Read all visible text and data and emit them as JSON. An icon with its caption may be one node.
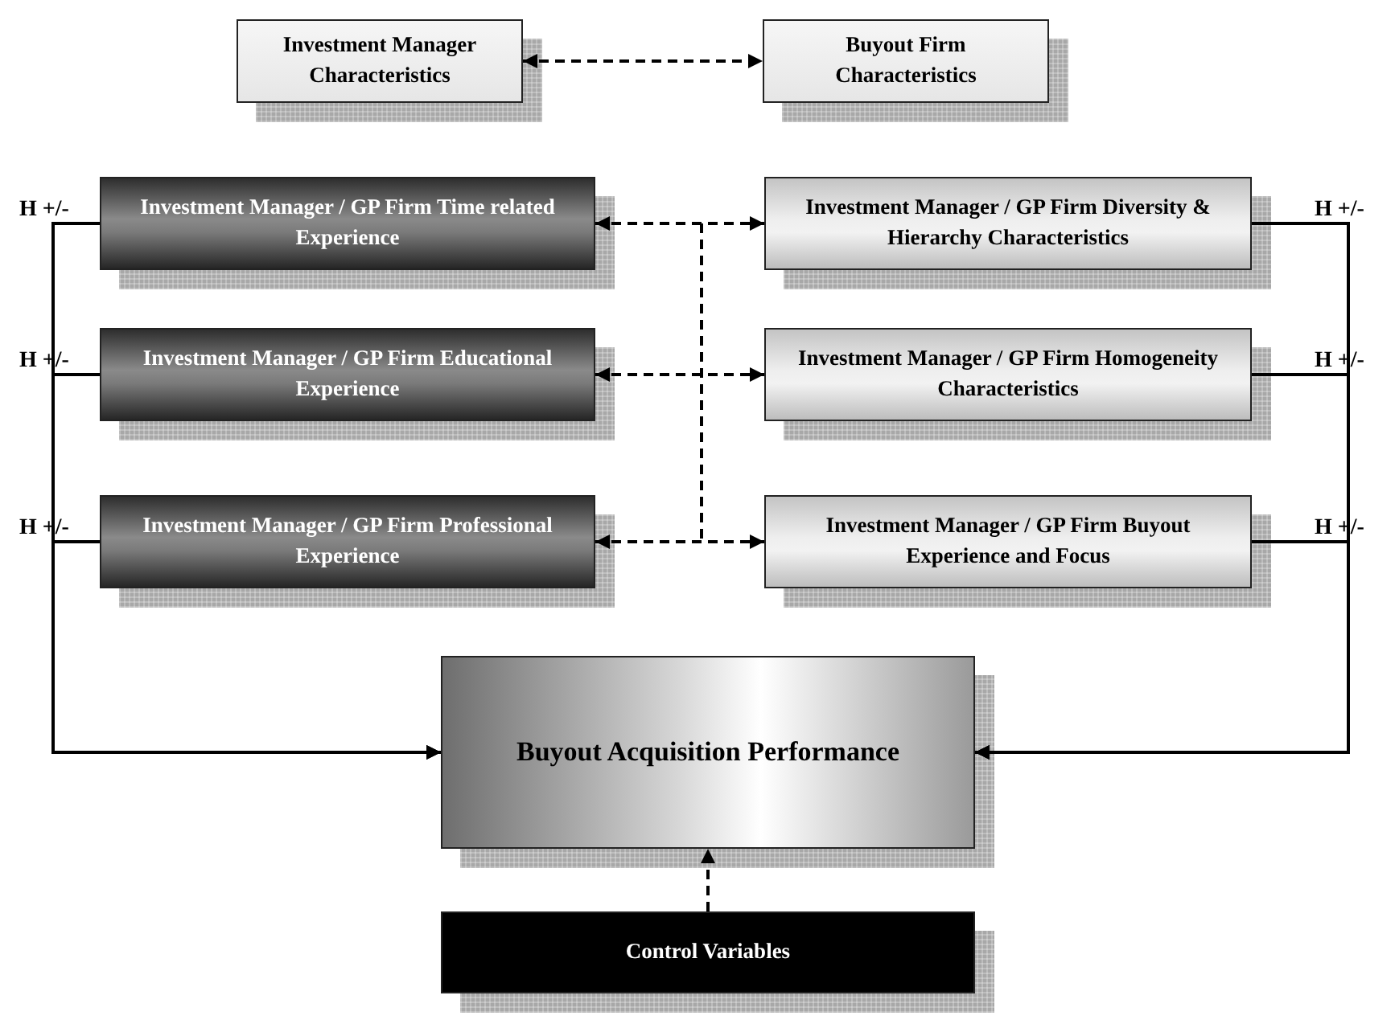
{
  "diagram": {
    "nodes": [
      {
        "text": [
          "Investment Manager Characteristics"
        ]
      },
      {
        "text": [
          "Buyout Firm Characteristics"
        ]
      },
      {
        "text": [
          "Investment Manager / GP Firm Time related Experience"
        ]
      },
      {
        "text": [
          "Investment Manager / GP Firm Diversity & Hierarchy Characteristics"
        ]
      },
      {
        "text": [
          "Investment Manager / GP Firm Educational Experience"
        ]
      },
      {
        "text": [
          "Investment Manager / GP Firm Homogeneity Characteristics"
        ]
      },
      {
        "text": [
          "Investment Manager / GP Firm Professional Experience"
        ]
      },
      {
        "text": [
          "Investment Manager / GP Firm Buyout Experience and Focus"
        ]
      },
      {
        "text": [
          "Buyout Acquisition Performance"
        ]
      },
      {
        "text": [
          "Control Variables"
        ]
      }
    ],
    "edges": [
      {
        "from": 0,
        "to": 1,
        "arrow": "both",
        "style": "dashed"
      },
      {
        "from": 2,
        "to": 3,
        "arrow": "both",
        "style": "dashed"
      },
      {
        "from": 4,
        "to": 5,
        "arrow": "both",
        "style": "dashed"
      },
      {
        "from": 6,
        "to": 7,
        "arrow": "both",
        "style": "dashed"
      },
      {
        "from": 2,
        "to": 8,
        "arrow": "to",
        "label": "H +/-"
      },
      {
        "from": 4,
        "to": 8,
        "arrow": "to",
        "label": "H +/-"
      },
      {
        "from": 6,
        "to": 8,
        "arrow": "to",
        "label": "H +/-"
      },
      {
        "from": 3,
        "to": 8,
        "arrow": "to",
        "label": "H +/-"
      },
      {
        "from": 5,
        "to": 8,
        "arrow": "to",
        "label": "H +/-"
      },
      {
        "from": 7,
        "to": 8,
        "arrow": "to",
        "label": "H +/-"
      },
      {
        "from": 9,
        "to": 8,
        "arrow": "to",
        "style": "dashed"
      }
    ]
  }
}
